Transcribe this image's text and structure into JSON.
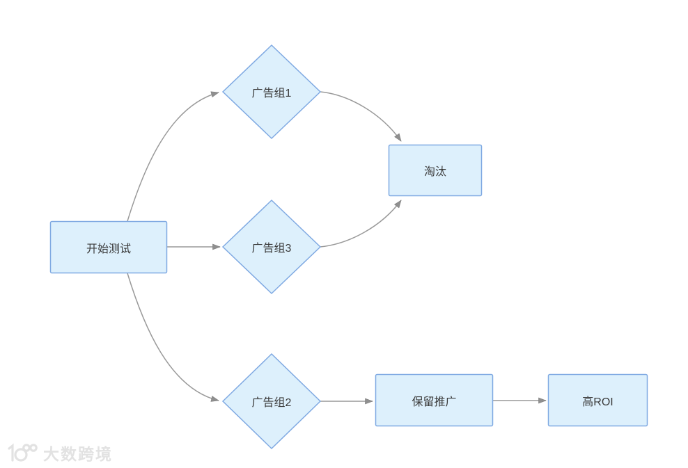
{
  "diagram": {
    "type": "flowchart",
    "nodes": [
      {
        "id": "start",
        "shape": "rectangle",
        "label": "开始测试"
      },
      {
        "id": "adgroup1",
        "shape": "diamond",
        "label": "广告组1"
      },
      {
        "id": "adgroup3",
        "shape": "diamond",
        "label": "广告组3"
      },
      {
        "id": "adgroup2",
        "shape": "diamond",
        "label": "广告组2"
      },
      {
        "id": "eliminate",
        "shape": "rectangle",
        "label": "淘汰"
      },
      {
        "id": "keep-promote",
        "shape": "rectangle",
        "label": "保留推广"
      },
      {
        "id": "high-roi",
        "shape": "rectangle",
        "label": "高ROI"
      }
    ],
    "edges": [
      {
        "from": "start",
        "to": "adgroup1"
      },
      {
        "from": "start",
        "to": "adgroup3"
      },
      {
        "from": "start",
        "to": "adgroup2"
      },
      {
        "from": "adgroup1",
        "to": "eliminate"
      },
      {
        "from": "adgroup3",
        "to": "eliminate"
      },
      {
        "from": "adgroup2",
        "to": "keep-promote"
      },
      {
        "from": "keep-promote",
        "to": "high-roi"
      }
    ],
    "colors": {
      "node_fill": "#ddf0fc",
      "node_stroke": "#7fa9e2",
      "edge": "#999999",
      "arrowhead": "#8f8f8f",
      "text": "#3a3a3a",
      "background": "#ffffff",
      "watermark": "#e2e2e2"
    },
    "watermark": {
      "text": "大数跨境"
    }
  }
}
